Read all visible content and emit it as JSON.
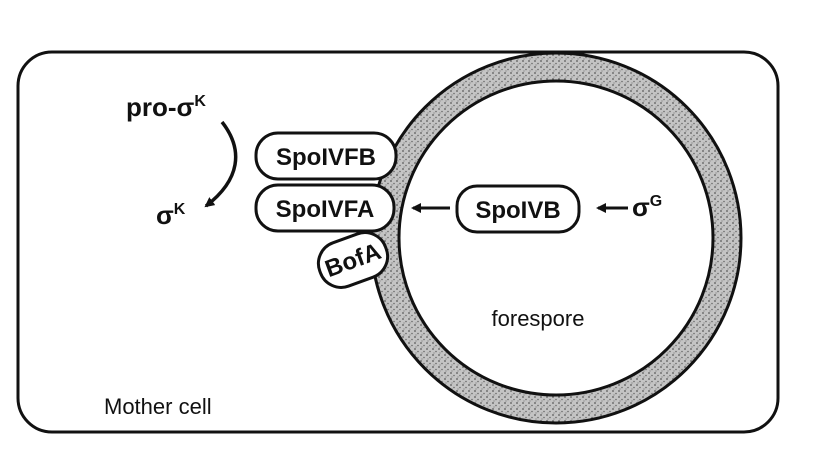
{
  "diagram": {
    "mother_cell_label": "Mother cell",
    "forespore_label": "forespore",
    "pro_sigma_k": {
      "prefix": "pro-σ",
      "sup": "K"
    },
    "sigma_k": {
      "base": "σ",
      "sup": "K"
    },
    "sigma_g": {
      "base": "σ",
      "sup": "G"
    },
    "proteins": {
      "spoivfb": "SpoIVFB",
      "spoivfa": "SpoIVFA",
      "spoivb": "SpoIVB",
      "bofa": "BofA"
    }
  },
  "colors": {
    "ink": "#111111",
    "membrane_fill": "#b8b8b8",
    "background": "#ffffff"
  }
}
